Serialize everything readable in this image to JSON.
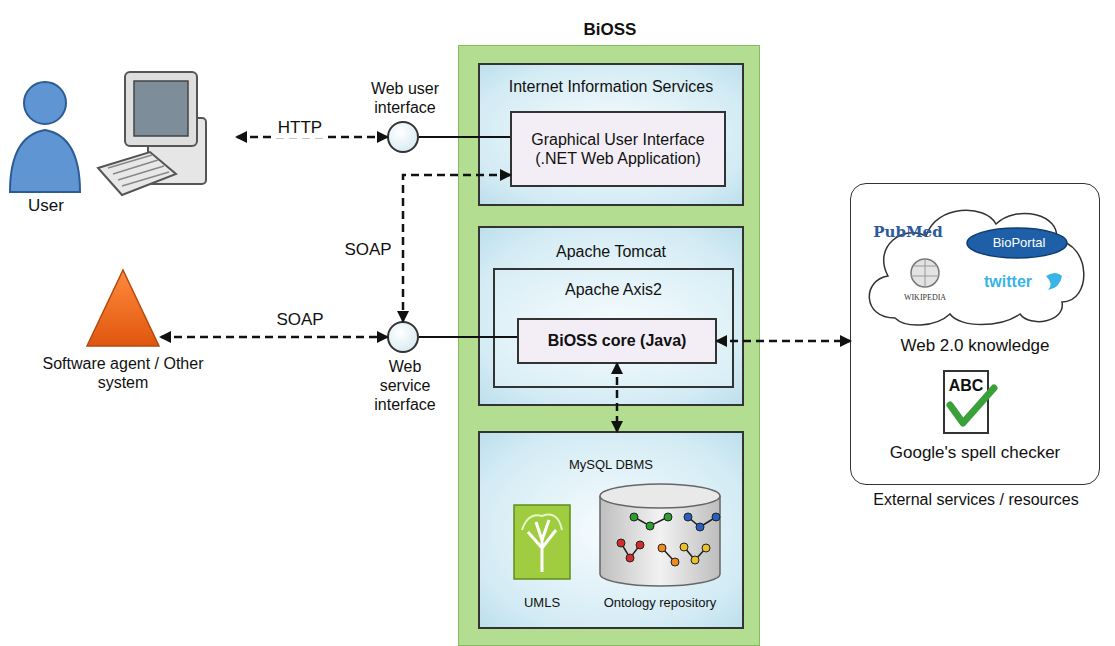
{
  "diagram": {
    "nodes": [
      {
        "text": [
          "User"
        ]
      },
      {
        "text": [
          "Web user interface"
        ]
      },
      {
        "text": [
          "BiOSS"
        ]
      },
      {
        "text": [
          "Internet Information Services"
        ],
        "in": 2
      },
      {
        "text": [
          "Graphical User Interface (.NET Web Application)"
        ],
        "in": 3
      },
      {
        "text": [
          "Apache Tomcat"
        ],
        "in": 2
      },
      {
        "text": [
          "Apache Axis2"
        ],
        "in": 5
      },
      {
        "text": [
          "BiOSS core (Java)"
        ],
        "in": 6
      },
      {
        "text": [
          "MySQL DBMS"
        ],
        "in": 2
      },
      {
        "text": [
          "Software agent / Other system"
        ]
      },
      {
        "text": [
          "Web service interface"
        ]
      },
      {
        "text": [
          "External services / resources"
        ]
      }
    ],
    "edges": [
      {
        "from": 0,
        "to": 1,
        "label": "HTTP",
        "arrow": "both"
      },
      {
        "from": 1,
        "to": 4,
        "arrow": "none"
      },
      {
        "from": 4,
        "to": 10,
        "label": "SOAP",
        "arrow": "both"
      },
      {
        "from": 9,
        "to": 10,
        "label": "SOAP",
        "arrow": "both"
      },
      {
        "from": 10,
        "to": 7,
        "arrow": "none"
      },
      {
        "from": 7,
        "to": 8,
        "arrow": "both"
      },
      {
        "from": 7,
        "to": 11,
        "arrow": "both"
      }
    ],
    "labels": [
      "UMLS",
      "Ontology repository",
      "PubMed",
      "BioPortal",
      "WIKIPEDIA",
      "twitter",
      "Web 2.0 knowledge",
      "ABC",
      "Google's spell checker"
    ]
  }
}
